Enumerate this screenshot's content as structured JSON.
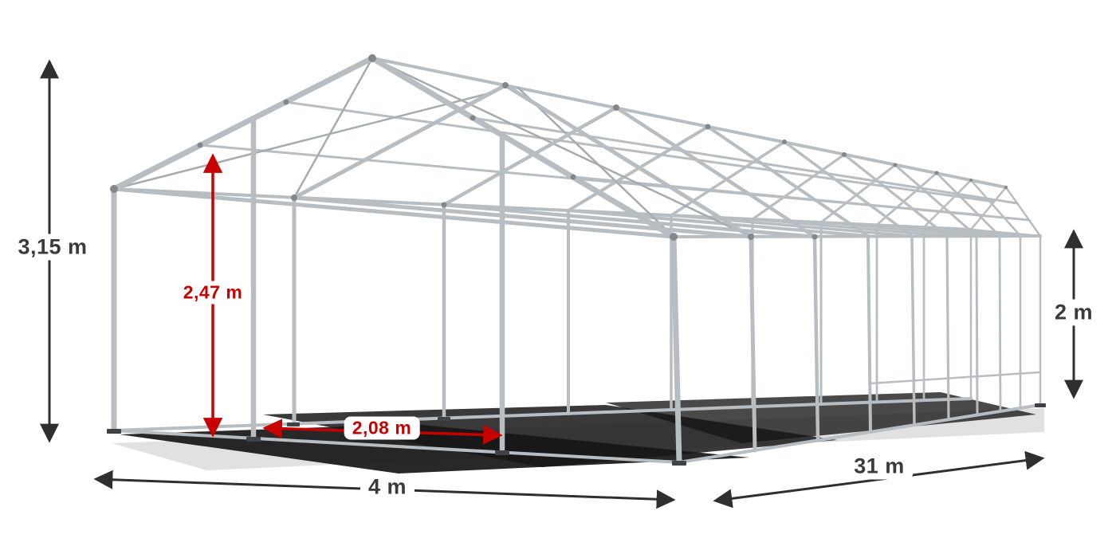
{
  "diagram": {
    "subject": "Steel frame skeleton of a storage tent shown in perspective with dimension arrows",
    "dimensions": {
      "total_height": "3,15 m",
      "clearance_height": "2,47 m",
      "clearance_width": "2,08 m",
      "front_width": "4 m",
      "side_length": "31 m",
      "wall_height": "2 m"
    },
    "colors": {
      "dimension_default": "#2f2f2f",
      "dimension_accent": "#c90000",
      "frame_tube": "#b8bdc1",
      "shadow": "#161616",
      "background": "#ffffff"
    }
  }
}
